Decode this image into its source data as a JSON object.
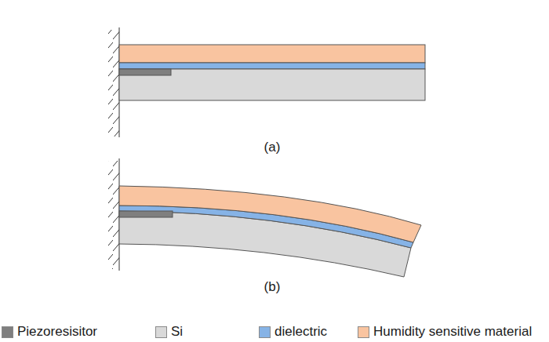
{
  "diagram": {
    "labels": [
      "(a)",
      "(b)"
    ],
    "legend": [
      {
        "text": "Piezoresisitor",
        "color": "#7f7f7f"
      },
      {
        "text": "Si",
        "color": "#d9d9d9"
      },
      {
        "text": "dielectric",
        "color": "#86b3e6"
      },
      {
        "text": "Humidity sensitive material",
        "color": "#f9c4a0"
      }
    ]
  }
}
